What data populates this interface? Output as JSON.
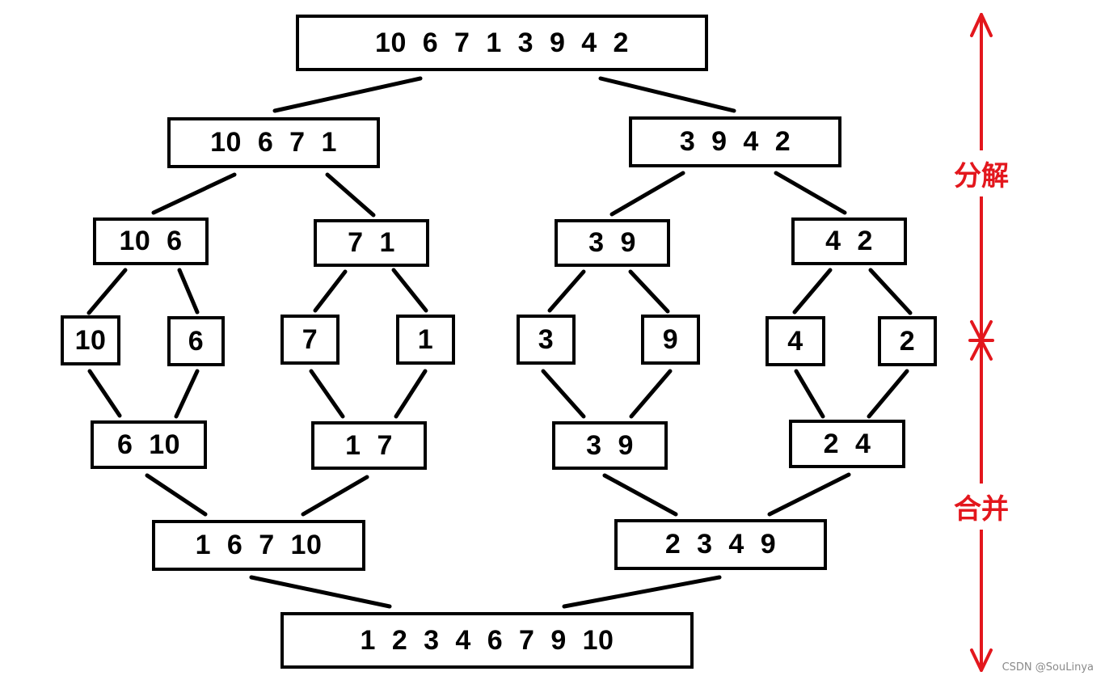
{
  "boxes": [
    {
      "id": "level0",
      "text": "10  6  7  1  3  9  4  2"
    },
    {
      "id": "split-left",
      "text": "10  6  7  1"
    },
    {
      "id": "split-right",
      "text": "3  9  4  2"
    },
    {
      "id": "split-10-6",
      "text": "10  6"
    },
    {
      "id": "split-7-1",
      "text": "7  1"
    },
    {
      "id": "split-3-9",
      "text": "3  9"
    },
    {
      "id": "split-4-2",
      "text": "4  2"
    },
    {
      "id": "leaf-10",
      "text": "10"
    },
    {
      "id": "leaf-6",
      "text": "6"
    },
    {
      "id": "leaf-7",
      "text": "7"
    },
    {
      "id": "leaf-1",
      "text": "1"
    },
    {
      "id": "leaf-3",
      "text": "3"
    },
    {
      "id": "leaf-9",
      "text": "9"
    },
    {
      "id": "leaf-4",
      "text": "4"
    },
    {
      "id": "leaf-2",
      "text": "2"
    },
    {
      "id": "merge-6-10",
      "text": "6  10"
    },
    {
      "id": "merge-1-7",
      "text": "1  7"
    },
    {
      "id": "merge-3-9",
      "text": "3  9"
    },
    {
      "id": "merge-2-4",
      "text": "2  4"
    },
    {
      "id": "merge-left",
      "text": "1  6  7  10"
    },
    {
      "id": "merge-right",
      "text": "2  3  4  9"
    },
    {
      "id": "result",
      "text": "1  2  3  4  6  7  9  10"
    }
  ],
  "labels": {
    "divide": "分解",
    "merge": "合并"
  },
  "watermark": "CSDN @SouLinya",
  "colors": {
    "accent": "#e3171d",
    "stroke": "#000000"
  }
}
